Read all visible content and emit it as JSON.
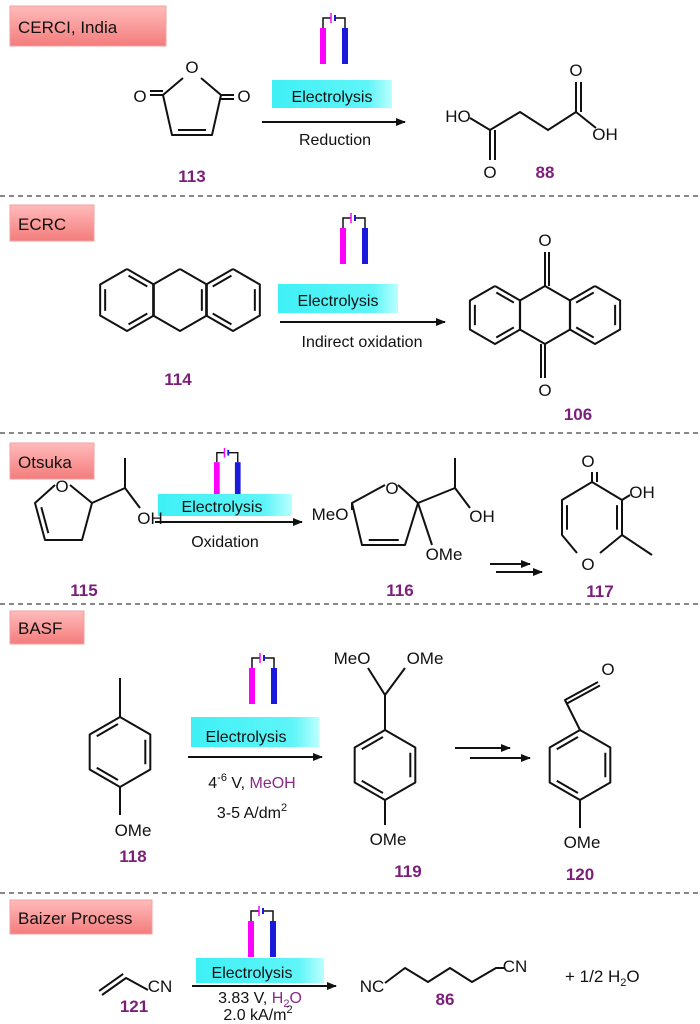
{
  "colors": {
    "label_box": "#f47c7c",
    "electrolysis_box": "#3ff0f5",
    "compound_number": "#7b1f7b",
    "anode": "#ff00ff",
    "cathode": "#1a1adc",
    "reagent_highlight": "#8a2a8a"
  },
  "sections": [
    {
      "label": "CERCI, India",
      "box": "Electrolysis",
      "condition": "Reduction",
      "reactant": {
        "number": "113",
        "atoms": [
          "O",
          "O",
          "O"
        ]
      },
      "product": {
        "number": "88",
        "atoms": [
          "HO",
          "O",
          "O",
          "OH"
        ]
      }
    },
    {
      "label": "ECRC",
      "box": "Electrolysis",
      "condition": "Indirect oxidation",
      "reactant": {
        "number": "114"
      },
      "product": {
        "number": "106",
        "atoms": [
          "O",
          "O"
        ]
      }
    },
    {
      "label": "Otsuka",
      "box": "Electrolysis",
      "condition": "Oxidation",
      "reactant": {
        "number": "115",
        "atoms": [
          "O",
          "OH"
        ]
      },
      "intermediate": {
        "number": "116",
        "atoms": [
          "MeO",
          "O",
          "OMe",
          "OH"
        ]
      },
      "product": {
        "number": "117",
        "atoms": [
          "O",
          "OH",
          "O"
        ]
      }
    },
    {
      "label": "BASF",
      "box": "Electrolysis",
      "condition_1": {
        "base": "4",
        "sup": "-6",
        "rest": " V, ",
        "reagent": "MeOH"
      },
      "condition_2": {
        "text": "3-5 A/dm",
        "sup": "2"
      },
      "reactant": {
        "number": "118",
        "atoms": [
          "OMe"
        ]
      },
      "intermediate": {
        "number": "119",
        "atoms": [
          "MeO",
          "OMe",
          "OMe"
        ]
      },
      "product": {
        "number": "120",
        "atoms": [
          "O",
          "OMe"
        ]
      }
    },
    {
      "label": "Baizer Process",
      "box": "Electrolysis",
      "condition_1": {
        "text": "3.83 V, ",
        "reagent": "H",
        "sub": "2",
        "reagent_end": "O"
      },
      "condition_2": {
        "text": "2.0 kA/m",
        "sup": "2"
      },
      "reactant": {
        "number": "121",
        "atoms": [
          "CN"
        ]
      },
      "product": {
        "number": "86",
        "atoms": [
          "NC",
          "CN"
        ]
      },
      "byproduct": {
        "prefix": "+  1/2 H",
        "sub": "2",
        "suffix": "O"
      }
    }
  ]
}
